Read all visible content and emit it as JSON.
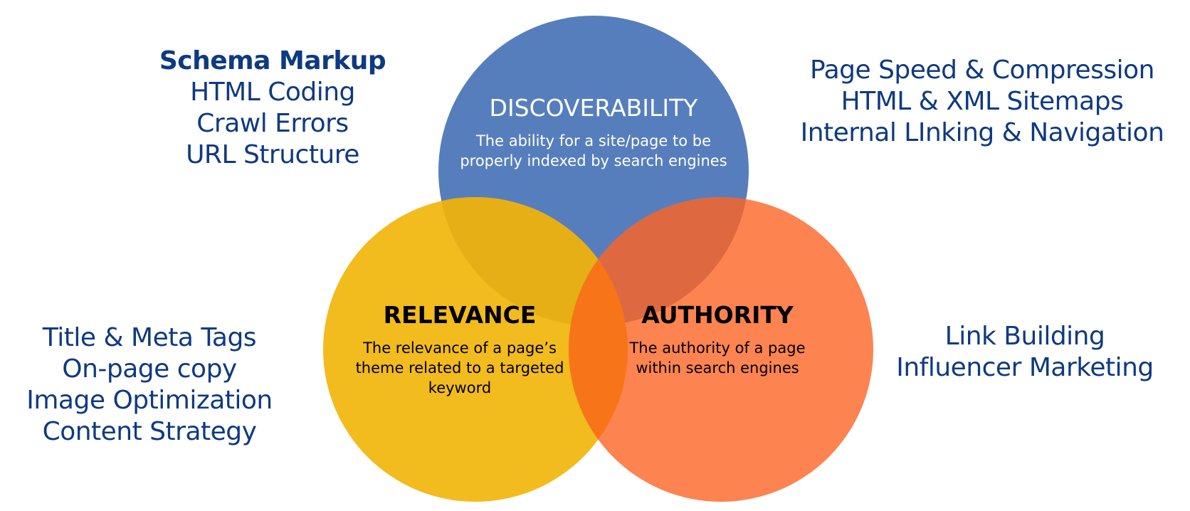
{
  "colors": {
    "discoverability": "#577EBC",
    "relevance": "#F2BB1E",
    "authority": "#FD8350",
    "overlap_disc_rel": "#E6AF15",
    "overlap_disc_auth": "#DE6840",
    "overlap_rel_auth": "#F77518",
    "text_navy": "#0E3A80"
  },
  "circles": {
    "discoverability": {
      "title": "DISCOVERABILITY",
      "description": "The ability for a site/page to be properly indexed by search engines"
    },
    "relevance": {
      "title": "RELEVANCE",
      "description": "The relevance of a page’s theme related to a targeted keyword"
    },
    "authority": {
      "title": "AUTHORITY",
      "description": "The authority of a page within search engines"
    }
  },
  "lists": {
    "top_left": [
      "Schema Markup",
      "HTML Coding",
      "Crawl Errors",
      "URL Structure"
    ],
    "top_right": [
      "Page Speed & Compression",
      "HTML & XML Sitemaps",
      "Internal LInking & Navigation"
    ],
    "bottom_left": [
      "Title & Meta Tags",
      "On-page copy",
      "Image Optimization",
      "Content Strategy"
    ],
    "bottom_right": [
      "Link Building",
      "Influencer Marketing"
    ]
  }
}
